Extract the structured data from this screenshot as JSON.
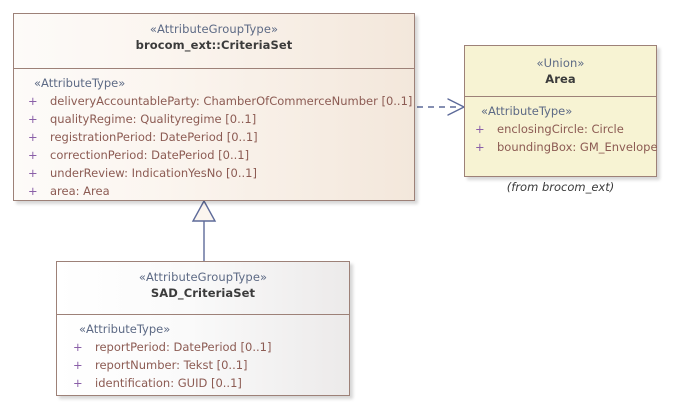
{
  "diagram": {
    "type": "uml-class-diagram",
    "background": "#ffffff",
    "classes": [
      {
        "id": "criteriaset",
        "stereotype": "«AttributeGroupType»",
        "name": "brocom_ext::CriteriaSet",
        "fill": "#f3e7db",
        "border": "#9d8178",
        "compartment_stereotype": "«AttributeType»",
        "attributes": [
          {
            "visibility": "+",
            "text": "deliveryAccountableParty: ChamberOfCommerceNumber [0..1]"
          },
          {
            "visibility": "+",
            "text": "qualityRegime: Qualityregime [0..1]"
          },
          {
            "visibility": "+",
            "text": "registrationPeriod: DatePeriod [0..1]"
          },
          {
            "visibility": "+",
            "text": "correctionPeriod: DatePeriod [0..1]"
          },
          {
            "visibility": "+",
            "text": "underReview: IndicationYesNo [0..1]"
          },
          {
            "visibility": "+",
            "text": "area: Area"
          }
        ]
      },
      {
        "id": "area",
        "stereotype": "«Union»",
        "name": "Area",
        "fill": "#f7f3d3",
        "border": "#9d8178",
        "compartment_stereotype": "«AttributeType»",
        "package_note": "(from brocom_ext)",
        "attributes": [
          {
            "visibility": "+",
            "text": "enclosingCircle: Circle"
          },
          {
            "visibility": "+",
            "text": "boundingBox: GM_Envelope"
          }
        ]
      },
      {
        "id": "sad",
        "stereotype": "«AttributeGroupType»",
        "name": "SAD_CriteriaSet",
        "fill": "#fafafa",
        "border": "#9d8178",
        "compartment_stereotype": "«AttributeType»",
        "attributes": [
          {
            "visibility": "+",
            "text": "reportPeriod: DatePeriod [0..1]"
          },
          {
            "visibility": "+",
            "text": "reportNumber: Tekst [0..1]"
          },
          {
            "visibility": "+",
            "text": "identification: GUID [0..1]"
          }
        ]
      }
    ],
    "connectors": [
      {
        "id": "generalization",
        "kind": "generalization",
        "from": "SAD_CriteriaSet",
        "to": "brocom_ext::CriteriaSet",
        "line": "solid",
        "arrowhead": "hollow-triangle",
        "color": "#5d6a99"
      },
      {
        "id": "dependency",
        "kind": "dependency",
        "from": "brocom_ext::CriteriaSet",
        "to": "Area",
        "line": "dashed",
        "arrowhead": "open",
        "color": "#5d6a99"
      }
    ]
  }
}
